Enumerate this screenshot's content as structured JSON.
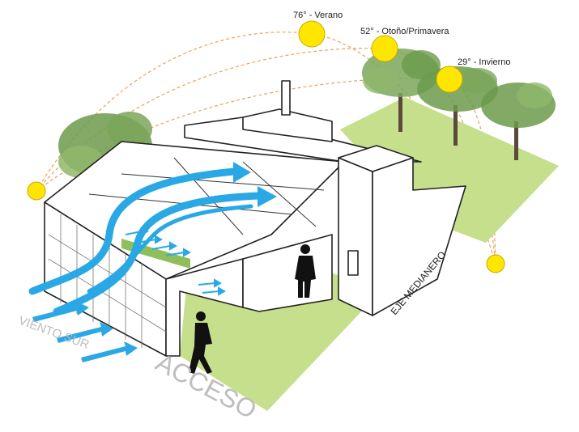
{
  "sun_positions": [
    {
      "label": "76° - Verano"
    },
    {
      "label": "52° - Otoño/Primavera"
    },
    {
      "label": "29° - Invierno"
    }
  ],
  "labels": {
    "wind": "VIENTO SUR",
    "access": "ACCESO",
    "party_wall_axis": "EJE MEDIANERO"
  },
  "colors": {
    "sun_fill": "#ffe600",
    "sun_stroke": "#c9a800",
    "sun_path": "#e8a25a",
    "wind_arrow": "#2aa8e6",
    "lawn": "#c6df8c",
    "tree_green": "#6c9b4b",
    "figure": "#111111",
    "label_grey": "#bdbdbd"
  }
}
